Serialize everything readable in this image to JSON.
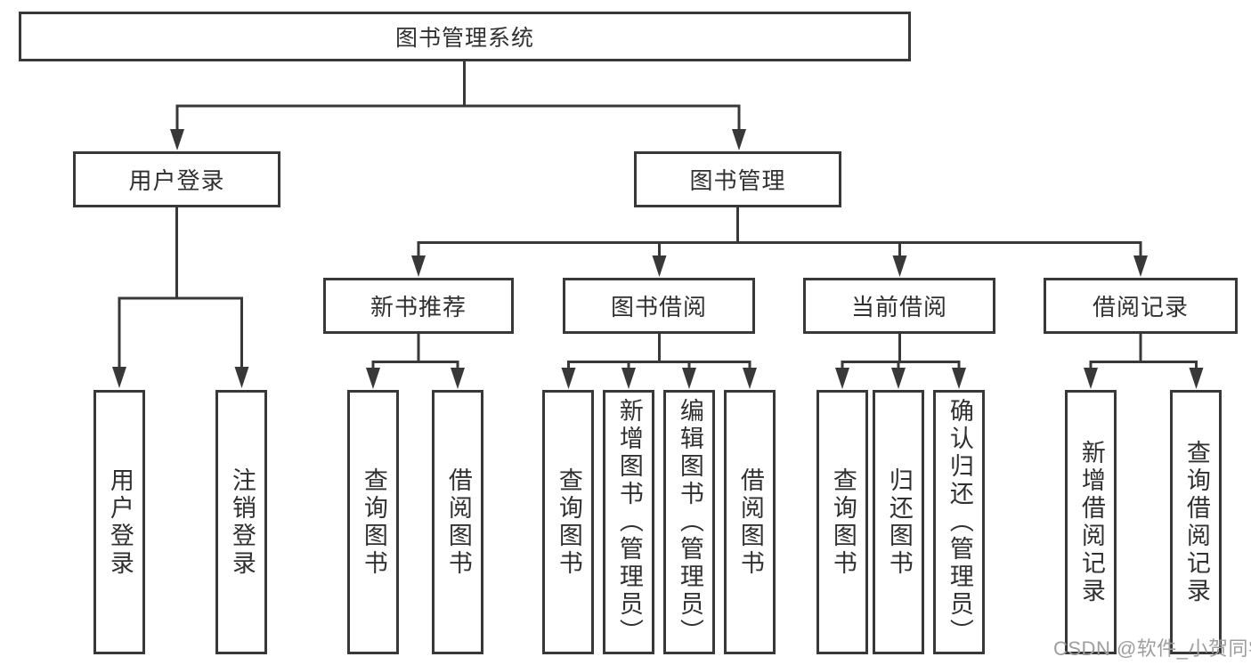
{
  "diagram": {
    "root": {
      "label": "图书管理系统"
    },
    "branches": [
      {
        "label": "用户登录",
        "children": [
          {
            "label": "用户登录"
          },
          {
            "label": "注销登录"
          }
        ]
      },
      {
        "label": "图书管理",
        "children": [
          {
            "label": "新书推荐",
            "children": [
              {
                "label": "查询图书"
              },
              {
                "label": "借阅图书"
              }
            ]
          },
          {
            "label": "图书借阅",
            "children": [
              {
                "label": "查询图书"
              },
              {
                "label": "新增图书（管理员）"
              },
              {
                "label": "编辑图书（管理员）"
              },
              {
                "label": "借阅图书"
              }
            ]
          },
          {
            "label": "当前借阅",
            "children": [
              {
                "label": "查询图书"
              },
              {
                "label": "归还图书"
              },
              {
                "label": "确认归还（管理员）"
              }
            ]
          },
          {
            "label": "借阅记录",
            "children": [
              {
                "label": "新增借阅记录"
              },
              {
                "label": "查询借阅记录"
              }
            ]
          }
        ]
      }
    ]
  },
  "watermark": {
    "text": "CSDN @软件_小贺同学"
  },
  "colors": {
    "line": "#383838",
    "text": "#303030",
    "watermark": "#9e9e9e",
    "background": "#ffffff"
  }
}
